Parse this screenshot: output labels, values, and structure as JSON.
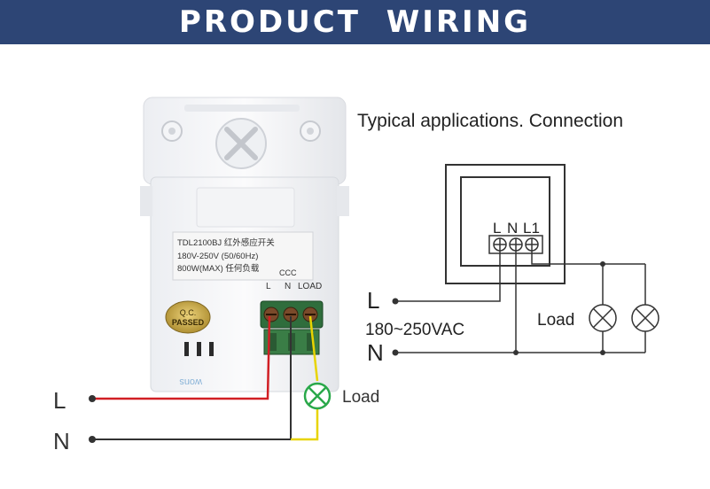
{
  "banner": {
    "title": "PRODUCT  WIRING"
  },
  "colors": {
    "banner": "#2d4575",
    "live_wire": "#d11f24",
    "neutral_wire": "#333333",
    "load_wire": "#e8d400",
    "lamp": "#2aa84a"
  },
  "device": {
    "label_line1": "TDL2100BJ 红外感应开关",
    "label_line2": "180V-250V (50/60Hz)",
    "label_line3": "800W(MAX)  任何负载",
    "ccc_mark": "CCC",
    "terminal_labels": [
      "L",
      "N",
      "LOAD"
    ],
    "qc_badge": [
      "Q.C.",
      "PASSED"
    ],
    "brand_watermark": "wons"
  },
  "left_wiring": {
    "line_label": "L",
    "neutral_label": "N",
    "load_label": "Load"
  },
  "right_diagram": {
    "heading": "Typical applications. Connection",
    "terminal_labels": [
      "L",
      "N",
      "L1"
    ],
    "line_label": "L",
    "neutral_label": "N",
    "voltage": "180~250VAC",
    "load_label": "Load"
  }
}
